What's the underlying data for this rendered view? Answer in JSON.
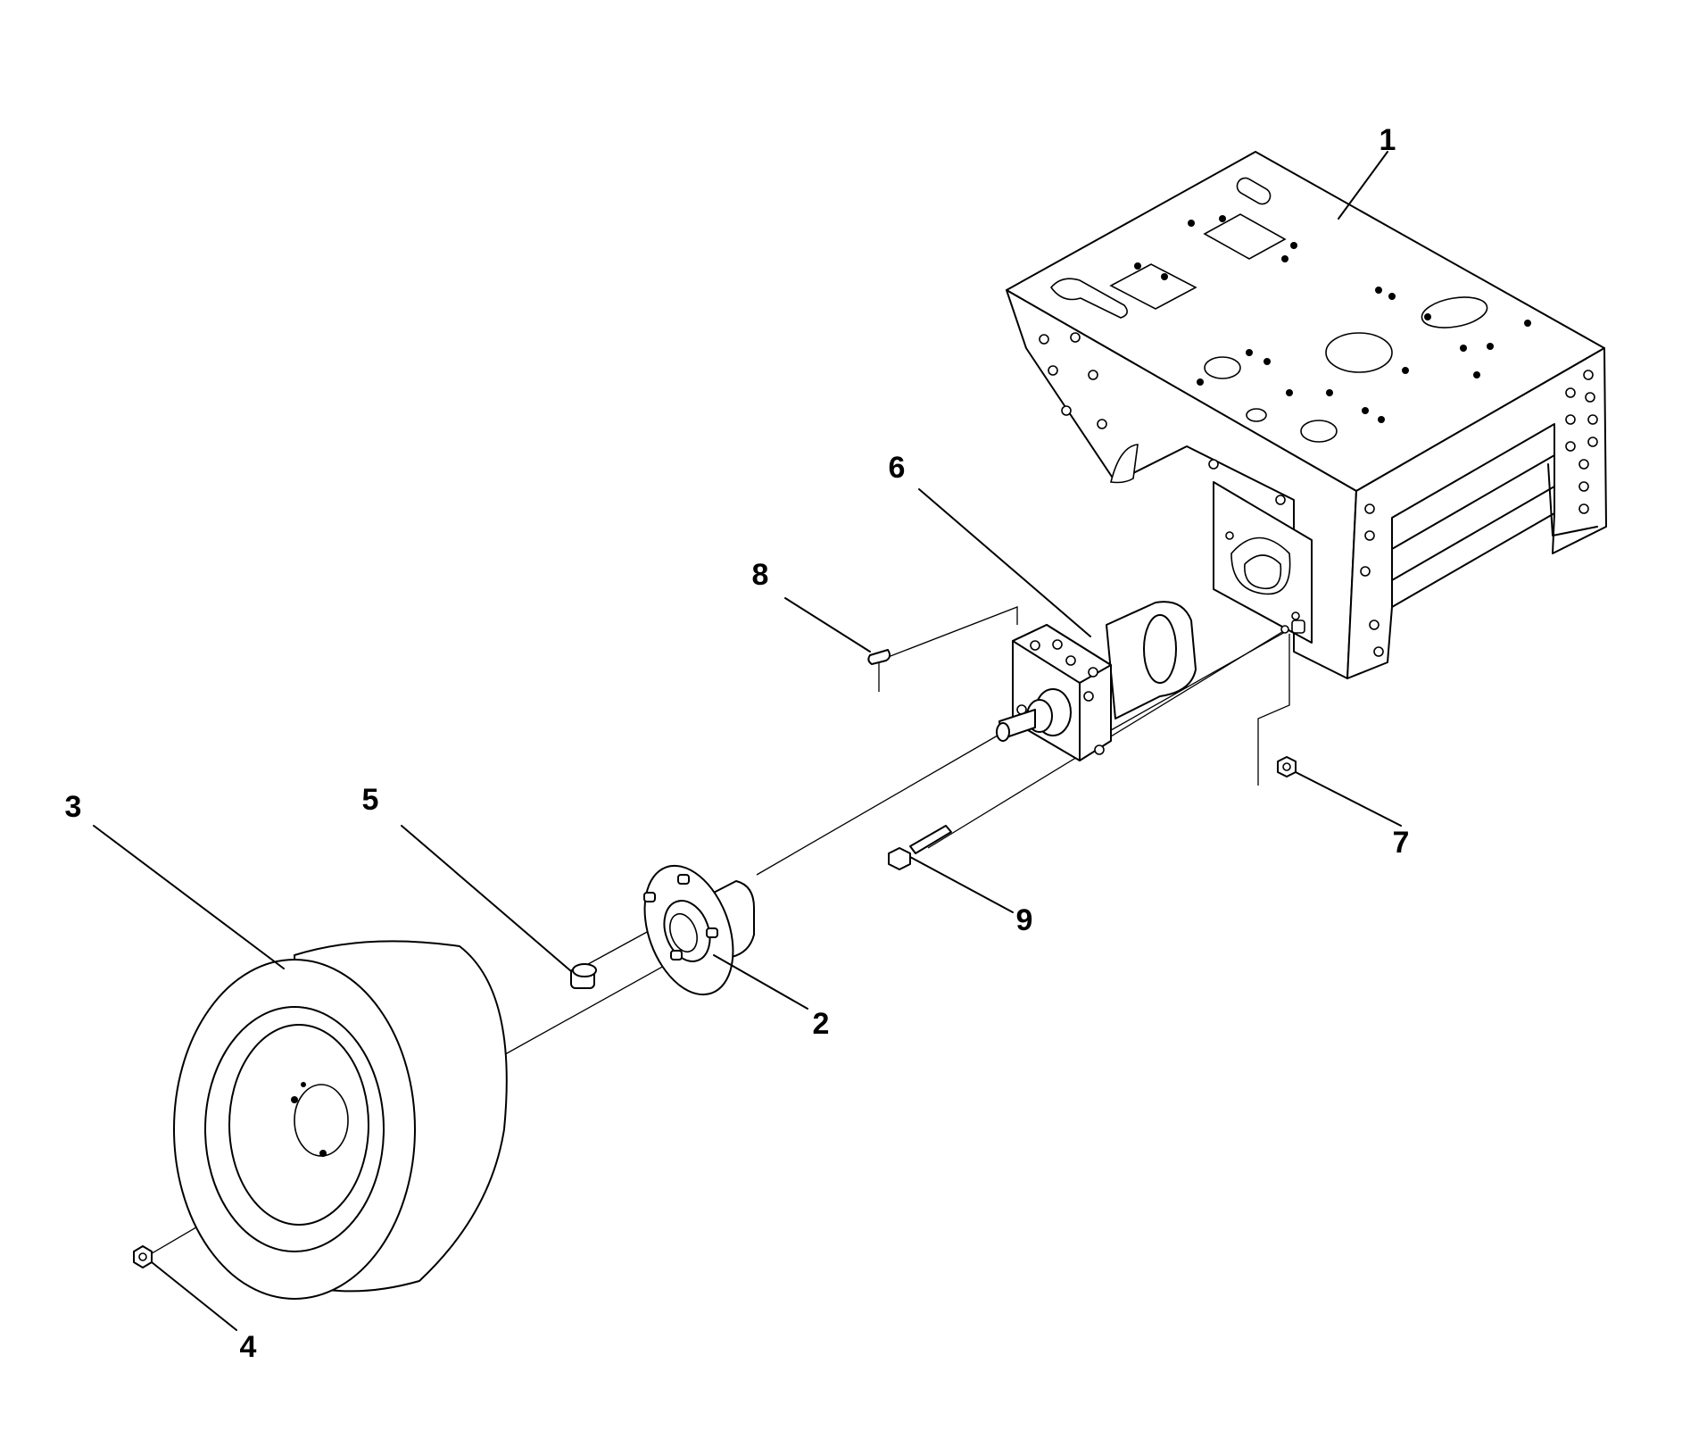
{
  "callouts": [
    {
      "id": "callout-1",
      "number": "1"
    },
    {
      "id": "callout-2",
      "number": "2"
    },
    {
      "id": "callout-3",
      "number": "3"
    },
    {
      "id": "callout-4",
      "number": "4"
    },
    {
      "id": "callout-5",
      "number": "5"
    },
    {
      "id": "callout-6",
      "number": "6"
    },
    {
      "id": "callout-7",
      "number": "7"
    },
    {
      "id": "callout-8",
      "number": "8"
    },
    {
      "id": "callout-9",
      "number": "9"
    }
  ]
}
